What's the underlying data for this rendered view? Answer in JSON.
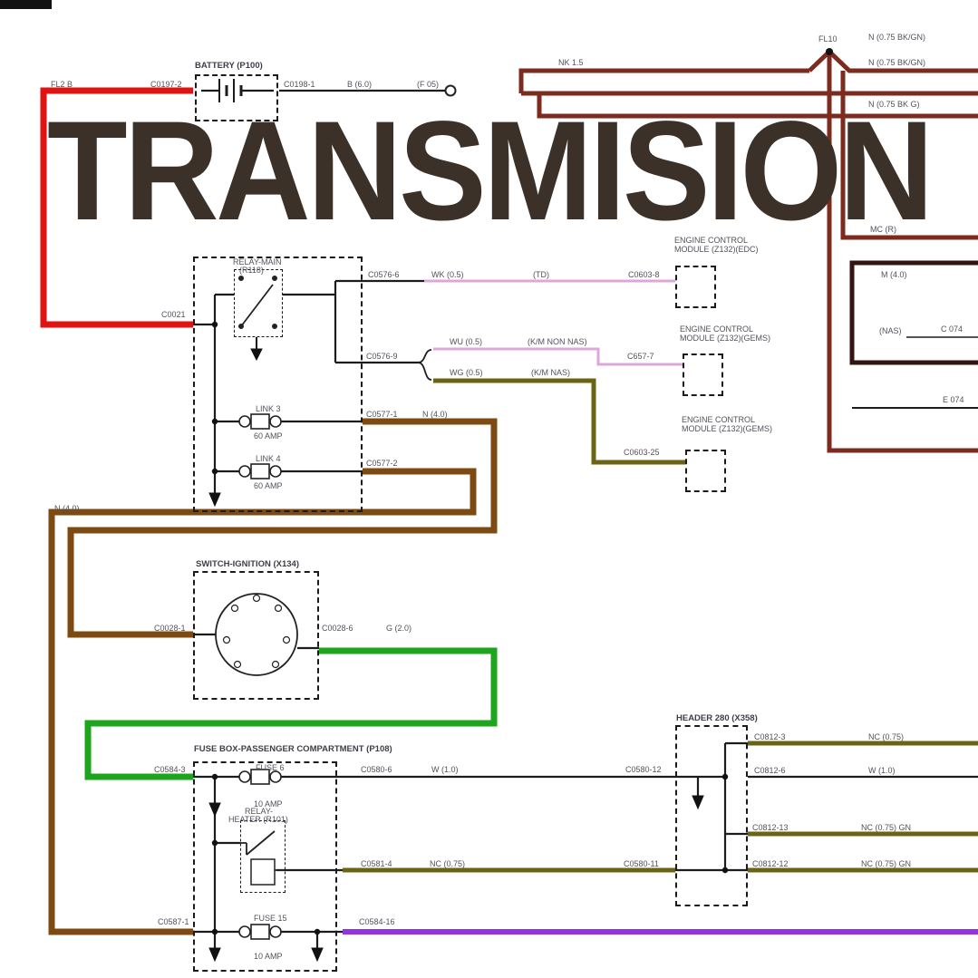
{
  "title": "TRANSMISION",
  "battery": {
    "fl2b": "FL2 B",
    "title": "BATTERY (P100)",
    "conn_left": "C0197-2",
    "conn_right": "C0198-1",
    "wire": "B (6.0)",
    "end": "(F 05)"
  },
  "top_right": {
    "fl10": "FL10",
    "nk": "NK 1.5",
    "l0": "N (0.75 BK/GN)",
    "l1": "N (0.75 BK/GN)",
    "l2": "N (0.75 BK G)",
    "mcr": "MC (R)",
    "m40": "M (4.0)",
    "nas": "(NAS)",
    "c074": "C 074",
    "e074": "E 074"
  },
  "relay_section": {
    "conn_in": "C0021",
    "relay_l1": "RELAY-MAIN",
    "relay_l2": "(R118)",
    "out1": {
      "conn": "C0576-6",
      "wire": "WK (0.5)",
      "variant": "(TD)",
      "conn2": "C0603-8"
    },
    "out2": {
      "conn": "C0576-9",
      "top_wire": "WU (0.5)",
      "top_variant": "(K/M NON NAS)",
      "top_conn2": "C657-7",
      "bot_wire": "WG (0.5)",
      "bot_variant": "(K/M NAS)",
      "bot_conn2": "C0603-25"
    },
    "link3": {
      "name": "LINK 3",
      "amp": "60 AMP",
      "conn": "C0577-1",
      "wire": "N (4.0)"
    },
    "link4": {
      "name": "LINK 4",
      "amp": "60 AMP",
      "conn": "C0577-2"
    },
    "left_wire": "N (4.0)"
  },
  "modules": [
    {
      "l1": "ENGINE CONTROL",
      "l2": "MODULE (Z132)(EDC)"
    },
    {
      "l1": "ENGINE CONTROL",
      "l2": "MODULE (Z132)(GEMS)"
    },
    {
      "l1": "ENGINE CONTROL",
      "l2": "MODULE (Z132)(GEMS)"
    }
  ],
  "ignition": {
    "title": "SWITCH-IGNITION (X134)",
    "conn_left": "C0028-1",
    "conn_right": "C0028-6",
    "wire": "G (2.0)"
  },
  "fusebox": {
    "title": "FUSE BOX-PASSENGER COMPARTMENT (P108)",
    "conn_left": "C0584-3",
    "fuse6": {
      "name": "FUSE 6",
      "amp": "10 AMP",
      "conn": "C0580-6",
      "wire": "W (1.0)",
      "conn2": "C0580-12"
    },
    "relay": {
      "l1": "RELAY-",
      "l2": "HEATER (R101)",
      "conn": "C0581-4",
      "wire": "NC (0.75)",
      "conn2": "C0580-11"
    },
    "conn_bottom": "C0587-1",
    "fuse15": {
      "name": "FUSE 15",
      "amp": "10 AMP",
      "conn": "C0584-16"
    }
  },
  "header_joint": {
    "title": "HEADER 280 (X358)",
    "rows": [
      {
        "conn": "C0812-3",
        "wire": "NC (0.75)"
      },
      {
        "conn": "C0812-6",
        "wire": "W (1.0)"
      },
      {
        "conn": "C0812-13",
        "wire": "NC (0.75) GN"
      },
      {
        "conn": "C0812-12",
        "wire": "NC (0.75) GN"
      }
    ]
  },
  "colors": {
    "battery_feed": "#e01212",
    "fusible_link": "#7d4a12",
    "ignition_feed": "#1ea51e",
    "k_line": "#dca8da",
    "nas_line": "#6b6414",
    "illumination": "#9334e0",
    "harness": "#7c2b1e"
  }
}
